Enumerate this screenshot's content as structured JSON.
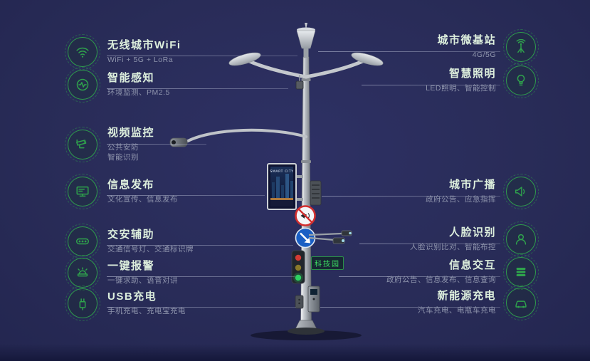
{
  "colors": {
    "background": "#292c58",
    "accent_green": "#2fa34c",
    "title_text": "#ddefdd",
    "subtitle_text": "#8f95ad",
    "sign_red": "#d22f2f",
    "sign_blue": "#1a5fc4"
  },
  "features": {
    "left": [
      {
        "icon": "wifi-icon",
        "title": "无线城市WiFi",
        "subtitle": "WiFi + 5G + LoRa"
      },
      {
        "icon": "sensor-icon",
        "title": "智能感知",
        "subtitle": "环境监测、PM2.5"
      },
      {
        "icon": "cctv-icon",
        "title": "视频监控",
        "subtitle": "公共安防",
        "subtitle2": "智能识别"
      },
      {
        "icon": "monitor-icon",
        "title": "信息发布",
        "subtitle": "文化宣传、信息发布"
      },
      {
        "icon": "traffic-light-icon",
        "title": "交安辅助",
        "subtitle": "交通信号灯、交通标识牌"
      },
      {
        "icon": "alarm-icon",
        "title": "一键报警",
        "subtitle": "一键求助、语音对讲"
      },
      {
        "icon": "usb-icon",
        "title": "USB充电",
        "subtitle": "手机充电、充电宝充电"
      }
    ],
    "right": [
      {
        "icon": "base-station-icon",
        "title": "城市微基站",
        "subtitle": "4G/5G"
      },
      {
        "icon": "bulb-icon",
        "title": "智慧照明",
        "subtitle": "LED照明、智能控制"
      },
      {
        "icon": "speaker-icon",
        "title": "城市广播",
        "subtitle": "政府公告、应急指挥"
      },
      {
        "icon": "face-icon",
        "title": "人脸识别",
        "subtitle": "人脸识别比对、智能布控"
      },
      {
        "icon": "interaction-icon",
        "title": "信息交互",
        "subtitle": "政府公告、信息发布、信息查询"
      },
      {
        "icon": "ev-car-icon",
        "title": "新能源充电",
        "subtitle": "汽车充电、电瓶车充电"
      }
    ]
  },
  "pole": {
    "screen_text": "SMART CITY",
    "park_label": "科技园"
  }
}
